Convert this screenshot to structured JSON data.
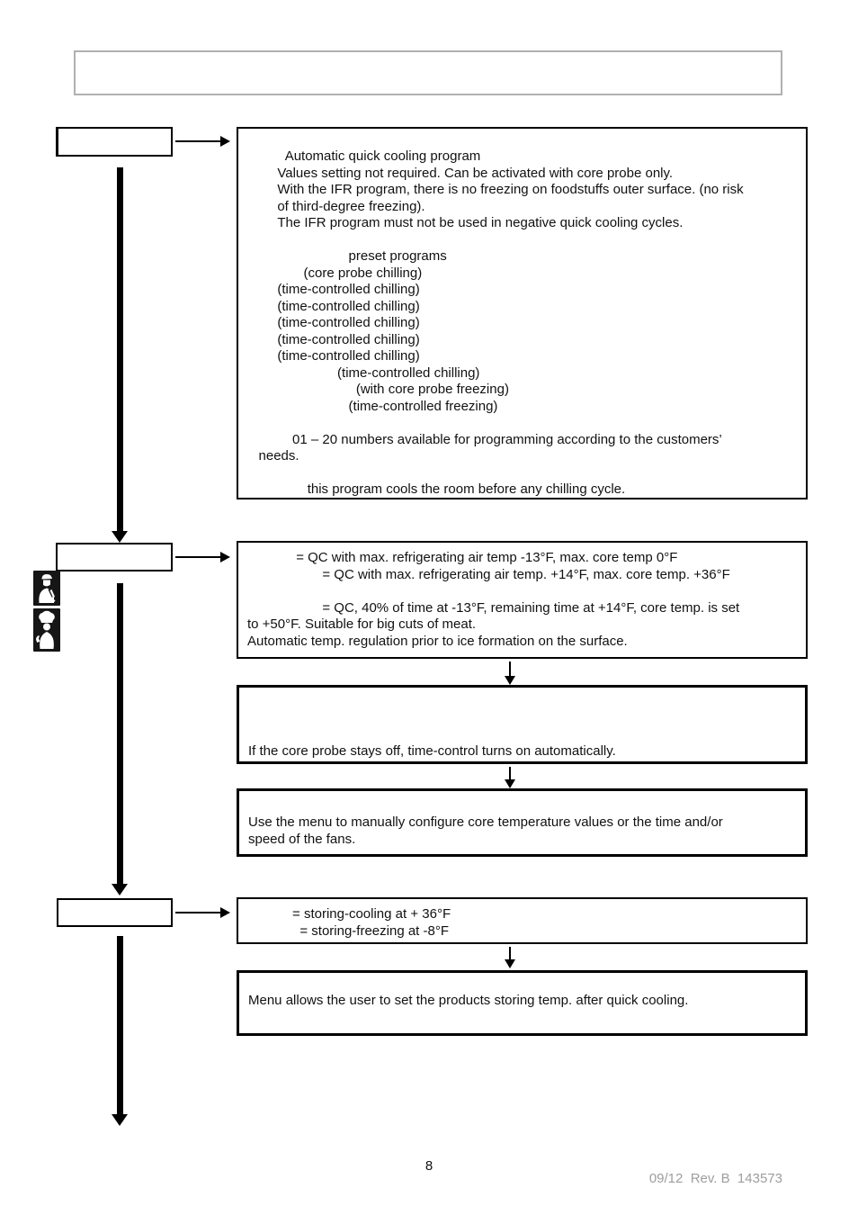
{
  "header": {
    "box_label": ""
  },
  "flow": {
    "small_boxes": [
      {
        "label": ""
      },
      {
        "label": ""
      },
      {
        "label": ""
      }
    ],
    "info_boxes": {
      "program": {
        "text": "          Automatic quick cooling program\n        Values setting not required. Can be activated with core probe only.\n        With the IFR program, there is no freezing on foodstuffs outer surface. (no risk\n        of third-degree freezing).\n        The IFR program must not be used in negative quick cooling cycles.\n\n                           preset programs\n               (core probe chilling)\n        (time-controlled chilling)\n        (time-controlled chilling)\n        (time-controlled chilling)\n        (time-controlled chilling)\n        (time-controlled chilling)\n                        (time-controlled chilling)\n                             (with core probe freezing)\n                           (time-controlled freezing)\n\n            01 – 20 numbers available for programming according to the customers’\n   needs.\n\n                this program cools the room before any chilling cycle."
      },
      "qc": {
        "text": "             = QC with max. refrigerating air temp -13°F, max. core temp 0°F\n                    = QC with max. refrigerating air temp. +14°F, max. core temp. +36°F\n\n                    = QC, 40% of time at -13°F, remaining time at +14°F, core temp. is set\nto +50°F. Suitable for big cuts of meat.\nAutomatic temp. regulation prior to ice formation on the surface."
      },
      "core_probe": {
        "text": "\n\n\nIf the core probe stays off, time-control turns on automatically."
      },
      "menu_fans": {
        "text": "Use the menu to manually configure core temperature values or the time and/or\nspeed of the fans."
      },
      "storing": {
        "text": "            = storing-cooling at + 36°F\n              = storing-freezing at -8°F"
      },
      "storing_menu": {
        "text": "Menu allows the user to set the products storing temp. after quick cooling."
      }
    },
    "icons": [
      {
        "name": "technician-icon"
      },
      {
        "name": "chef-icon"
      }
    ]
  },
  "footer": {
    "page_number": "8",
    "revision": "09/12  Rev. B  143573"
  },
  "colors": {
    "line": "#000000",
    "header_border": "#b0b0b0",
    "footer_text": "#9e9e9e"
  }
}
